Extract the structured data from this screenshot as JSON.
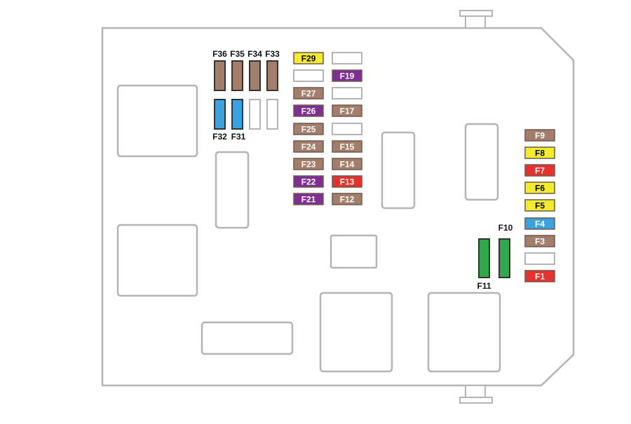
{
  "colors": {
    "outline": "#b4b4b4",
    "brown": "#a27e6b",
    "yellow": "#f2ec2d",
    "purple": "#7f2f91",
    "red": "#e8302d",
    "blue": "#3aa3df",
    "green": "#31a94a",
    "empty": "#ffffff",
    "labelDark": "#ffffff",
    "labelLight": "#000000",
    "textBlack": "#111111"
  },
  "fuses": [
    {
      "id": "F29",
      "label": "F29",
      "color": "yellow"
    },
    {
      "id": "F27",
      "label": "F27",
      "color": "brown"
    },
    {
      "id": "F26",
      "label": "F26",
      "color": "purple"
    },
    {
      "id": "F25",
      "label": "F25",
      "color": "brown"
    },
    {
      "id": "F24",
      "label": "F24",
      "color": "brown"
    },
    {
      "id": "F23",
      "label": "F23",
      "color": "brown"
    },
    {
      "id": "F22",
      "label": "F22",
      "color": "purple"
    },
    {
      "id": "F21",
      "label": "F21",
      "color": "purple"
    },
    {
      "id": "F19",
      "label": "F19",
      "color": "purple"
    },
    {
      "id": "F17",
      "label": "F17",
      "color": "brown"
    },
    {
      "id": "F15",
      "label": "F15",
      "color": "brown"
    },
    {
      "id": "F14",
      "label": "F14",
      "color": "brown"
    },
    {
      "id": "F13",
      "label": "F13",
      "color": "red"
    },
    {
      "id": "F12",
      "label": "F12",
      "color": "brown"
    },
    {
      "id": "F9",
      "label": "F9",
      "color": "brown"
    },
    {
      "id": "F8",
      "label": "F8",
      "color": "yellow"
    },
    {
      "id": "F7",
      "label": "F7",
      "color": "red"
    },
    {
      "id": "F6",
      "label": "F6",
      "color": "yellow"
    },
    {
      "id": "F5",
      "label": "F5",
      "color": "yellow"
    },
    {
      "id": "F4",
      "label": "F4",
      "color": "blue"
    },
    {
      "id": "F3",
      "label": "F3",
      "color": "brown"
    },
    {
      "id": "F1",
      "label": "F1",
      "color": "red"
    }
  ],
  "verticalFuses": [
    {
      "id": "F36",
      "label": "F36",
      "color": "brown"
    },
    {
      "id": "F35",
      "label": "F35",
      "color": "brown"
    },
    {
      "id": "F34",
      "label": "F34",
      "color": "brown"
    },
    {
      "id": "F33",
      "label": "F33",
      "color": "brown"
    },
    {
      "id": "F32",
      "label": "F32",
      "color": "blue"
    },
    {
      "id": "F31",
      "label": "F31",
      "color": "blue"
    },
    {
      "id": "F11",
      "label": "F11",
      "color": "green"
    },
    {
      "id": "F10",
      "label": "F10",
      "color": "green"
    }
  ]
}
